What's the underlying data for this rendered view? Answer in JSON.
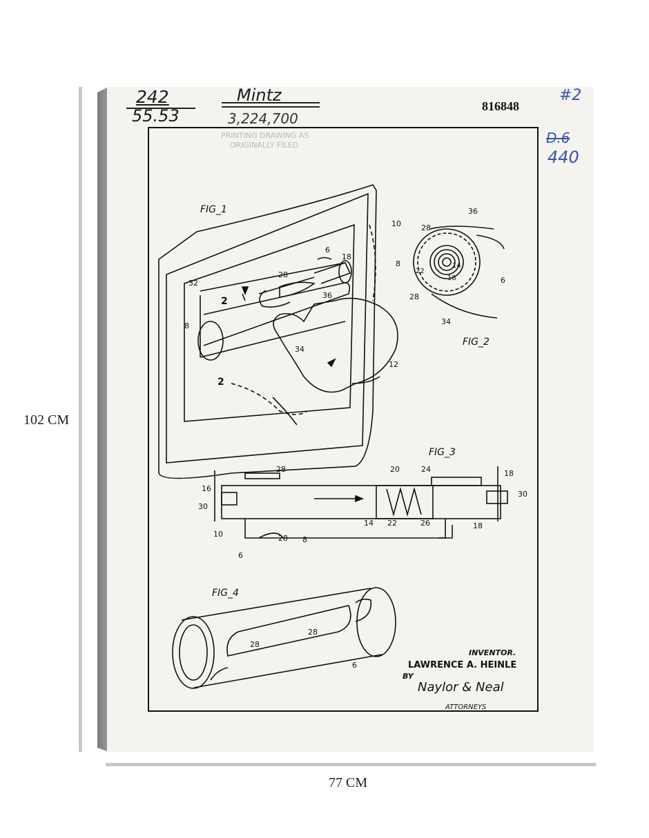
{
  "dimensions": {
    "height_label": "102 CM",
    "width_label": "77 CM"
  },
  "handwritten": {
    "top_left_number": "242",
    "top_left_sub": "55.53",
    "top_name": "Mintz",
    "patent_number_hand": "3,224,700",
    "corner_mark": "#2",
    "struck_text": "D.6",
    "right_number": "440"
  },
  "stamp": {
    "line1": "PRINTING DRAWING AS",
    "line2": "ORIGINALLY FILED"
  },
  "serial": "816848",
  "figures": {
    "fig1": "FIG_1",
    "fig2": "FIG_2",
    "fig3": "FIG_3",
    "fig4": "FIG_4"
  },
  "callouts": {
    "fig1": [
      "10",
      "6",
      "18",
      "28",
      "36",
      "32",
      "2",
      "8",
      "34",
      "2",
      "12"
    ],
    "fig2": [
      "36",
      "28",
      "8",
      "22",
      "14",
      "18",
      "6",
      "28",
      "34"
    ],
    "fig3": [
      "28",
      "20",
      "24",
      "18",
      "16",
      "30",
      "30",
      "10",
      "14",
      "22",
      "26",
      "18",
      "28",
      "8",
      "6"
    ],
    "fig4": [
      "28",
      "28",
      "6"
    ]
  },
  "signature": {
    "inventor_label": "INVENTOR.",
    "inventor_name": "LAWRENCE A. HEINLE",
    "by": "BY",
    "attorney_signature": "Naylor & Neal",
    "attorneys_label": "ATTORNEYS"
  }
}
